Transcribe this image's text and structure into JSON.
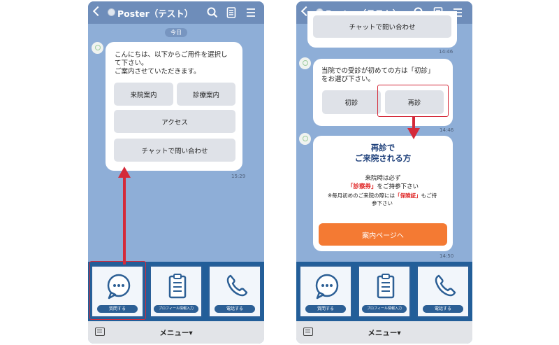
{
  "app": {
    "title": "Poster（テスト）",
    "icons": [
      "back-chevron-icon",
      "search-icon",
      "note-icon",
      "hamburger-menu-icon",
      "keyboard-icon"
    ]
  },
  "colors": {
    "chat_background": "#8eaed7",
    "header": "#6e8dba",
    "rich_menu": "#225e99",
    "highlight": "#d42a3a",
    "cta_button": "#f47a33",
    "card_title": "#1d3f7a"
  },
  "left": {
    "date_label": "今日",
    "message": {
      "lines": [
        "こんにちは、以下からご用件を選択し",
        "て下さい。",
        "ご案内させていただきます。"
      ],
      "options": [
        "来院案内",
        "診療案内",
        "アクセス",
        "チャットで問い合わせ"
      ],
      "time": "15:29"
    }
  },
  "right": {
    "prev_option": "チャットで問い合わせ",
    "prev_time": "14:46",
    "message": {
      "lines": [
        "当院での受診が初めての方は「初診」",
        "をお選び下さい。"
      ],
      "options": [
        "初診",
        "再診"
      ],
      "time": "14:46"
    },
    "card": {
      "title_lines": [
        "再診で",
        "ご来院される方"
      ],
      "line1": "来院時は必ず",
      "line2_red": "「診察券」",
      "line2_rest": "をご持参下さい",
      "note_prefix": "※毎月初めのご来院の際には",
      "note_red": "「保険証」",
      "note_suffix": "もご持",
      "note_line2": "参下さい",
      "button": "案内ページへ",
      "time": "14:50"
    }
  },
  "rich_menu": {
    "items": [
      {
        "label": "質問する",
        "icon": "chat-bubble-icon"
      },
      {
        "label": "プロフィール情報入力",
        "icon": "clipboard-icon"
      },
      {
        "label": "電話する",
        "icon": "phone-icon"
      }
    ],
    "menu_label": "メニュー▾"
  }
}
